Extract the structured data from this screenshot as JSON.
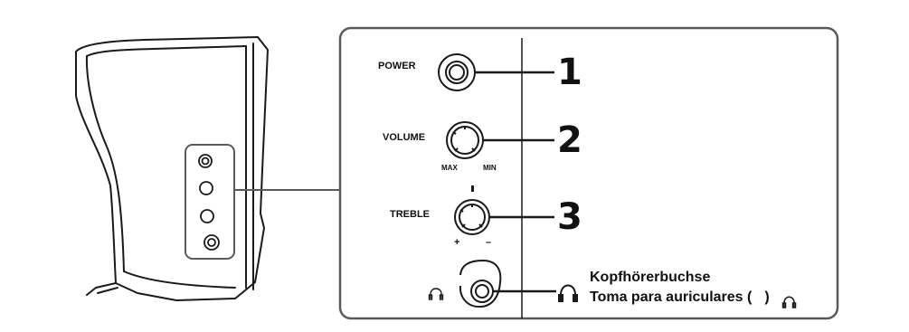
{
  "controls": [
    {
      "label": "POWER",
      "number": "1"
    },
    {
      "label": "VOLUME",
      "number": "2",
      "min_label": "MIN",
      "max_label": "MAX"
    },
    {
      "label": "TREBLE",
      "number": "3",
      "plus_label": "+",
      "minus_label": "–"
    }
  ],
  "headphone": {
    "label_de": "Kopfhörerbuchse",
    "label_es": "Toma para auriculares (",
    "label_es_close": ")",
    "icon": "headphones-icon"
  },
  "colors": {
    "stroke": "#1a1a1a",
    "panel": "#5a5a5a"
  }
}
